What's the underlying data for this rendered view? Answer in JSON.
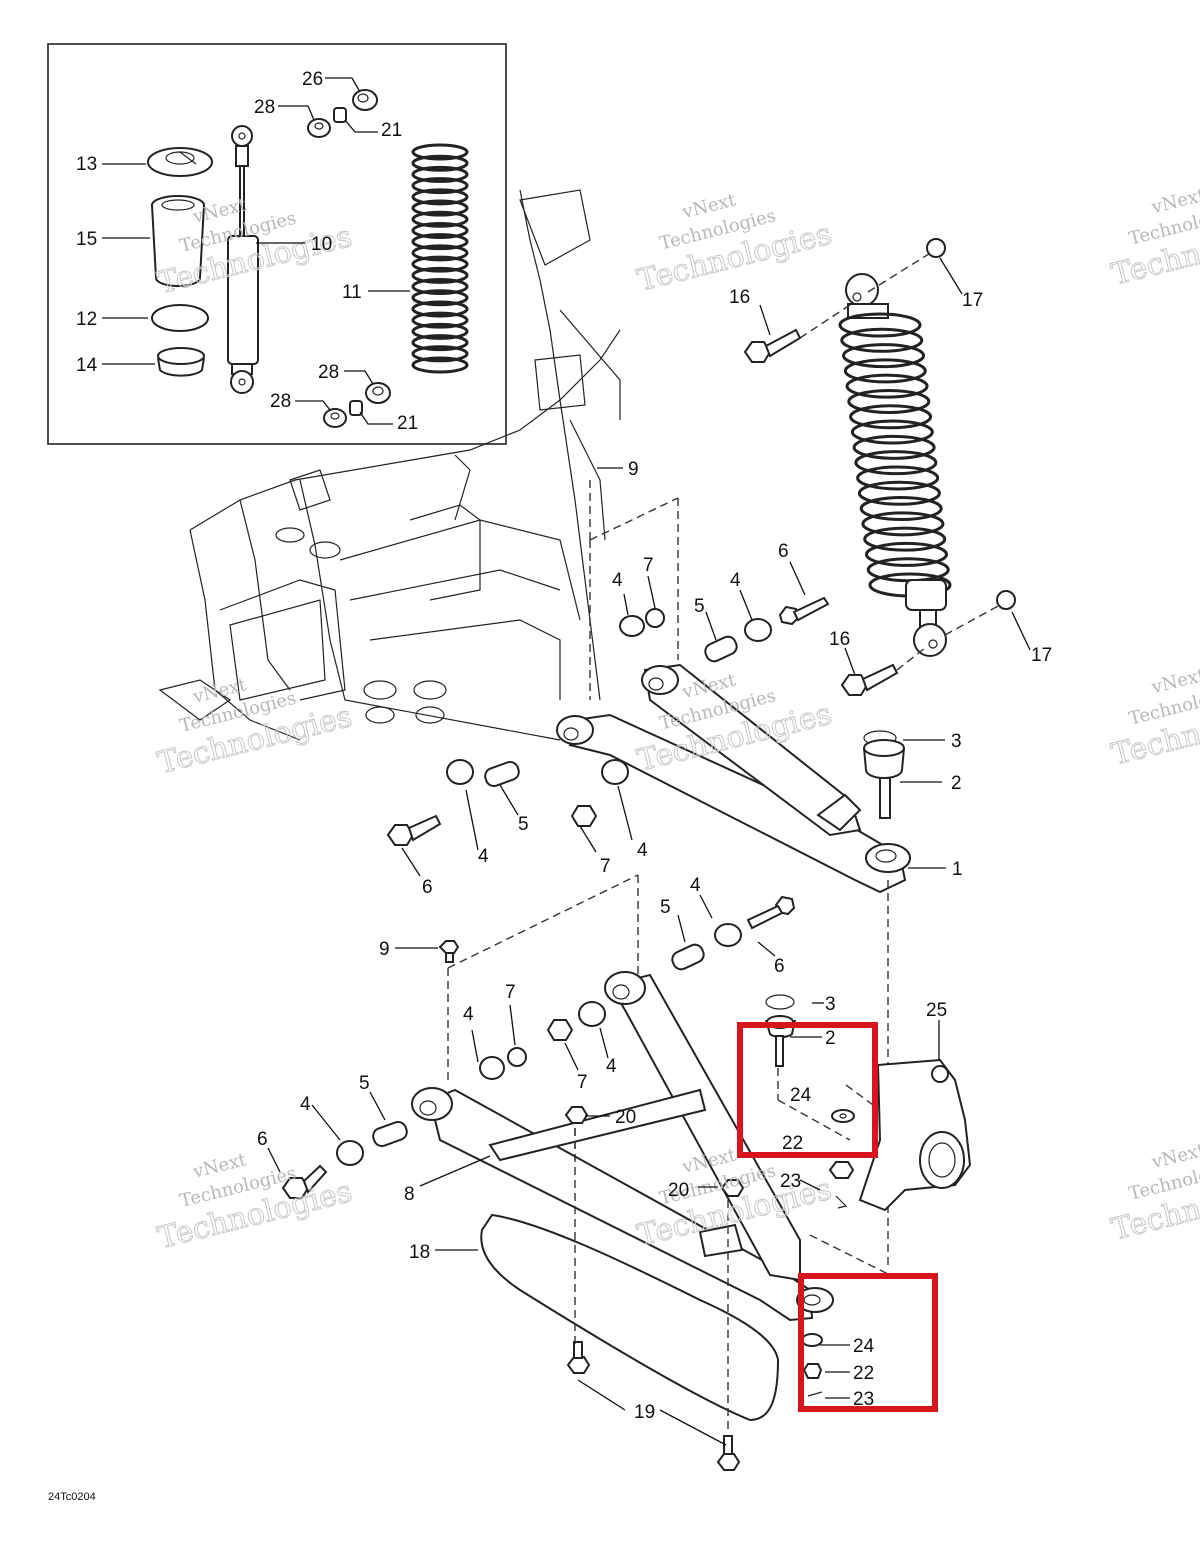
{
  "diagram_code": "24Tc0204",
  "watermark": {
    "line1": "vNext",
    "line2": "Technologies",
    "line3": "Technologies"
  },
  "highlight_color": "#d8141c",
  "inset_labels": [
    "26",
    "28",
    "21",
    "13",
    "15",
    "10",
    "11",
    "12",
    "14",
    "28",
    "21",
    "28"
  ],
  "shock_labels": [
    "16",
    "17",
    "16",
    "17"
  ],
  "upper_arm_labels": [
    "9",
    "4",
    "7",
    "6",
    "5",
    "4",
    "4",
    "5",
    "7",
    "4",
    "6",
    "3",
    "2",
    "1"
  ],
  "lower_arm_labels": [
    "9",
    "4",
    "5",
    "6",
    "7",
    "4",
    "7",
    "4",
    "3",
    "2",
    "25",
    "24",
    "22",
    "23",
    "20",
    "20",
    "4",
    "5",
    "6",
    "8",
    "18",
    "19",
    "24",
    "22",
    "23"
  ]
}
